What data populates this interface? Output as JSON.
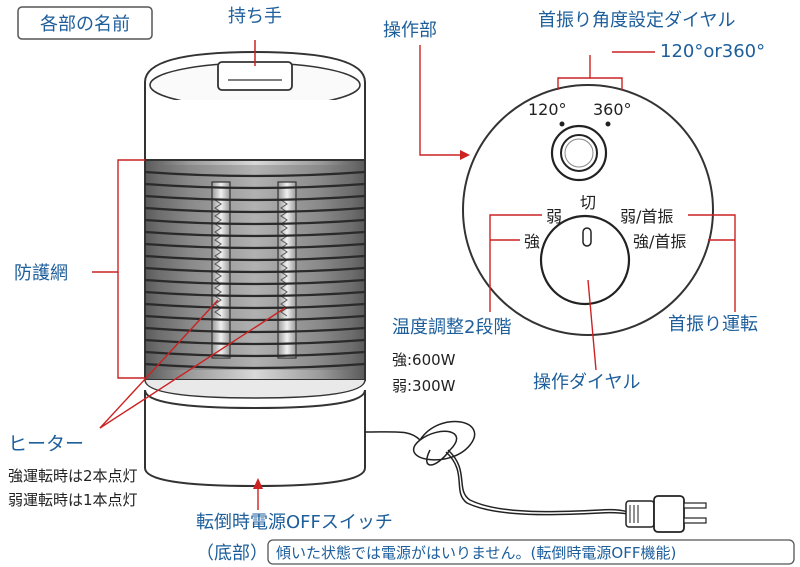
{
  "title": "各部の名前",
  "handle": "持ち手",
  "control_panel": "操作部",
  "swing_dial": {
    "label": "首振り角度設定ダイヤル",
    "value": "120°or360°",
    "mark_120": "120°",
    "mark_360": "360°"
  },
  "mode_dial": {
    "off": "切",
    "weak": "弱",
    "strong": "強",
    "weak_swing": "弱/首振",
    "strong_swing": "強/首振"
  },
  "guard": "防護網",
  "heater": {
    "label": "ヒーター",
    "note_strong": "強運転時は2本点灯",
    "note_weak": "弱運転時は1本点灯"
  },
  "temp": {
    "label": "温度調整2段階",
    "strong": "強:600W",
    "weak": "弱:300W"
  },
  "operation_dial": "操作ダイヤル",
  "swing_run": "首振り運転",
  "tip_switch": {
    "label": "転倒時電源OFFスイッチ",
    "location": "（底部）",
    "note": "傾いた状態では電源がはいりません。(転倒時電源OFF機能)"
  },
  "colors": {
    "accent_text": "#1d5e9b",
    "leader_line": "#cc2222",
    "outline": "#333333"
  }
}
